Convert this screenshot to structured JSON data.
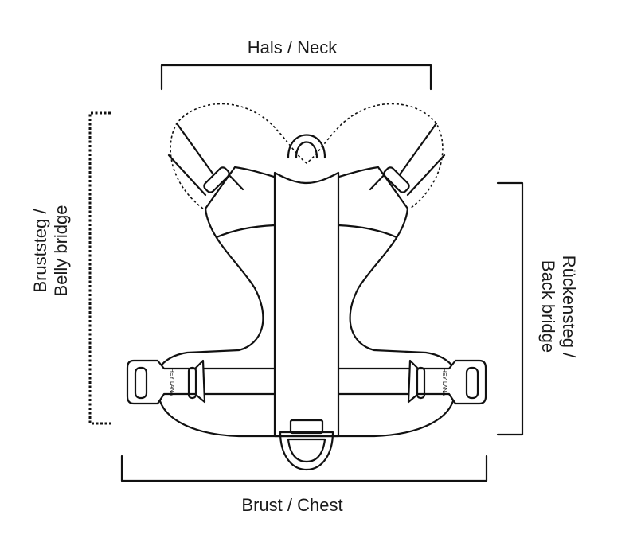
{
  "labels": {
    "neck": "Hals / Neck",
    "chest": "Brust / Chest",
    "belly_line1": "Bruststeg /",
    "belly_line2": "Belly bridge",
    "back_line1": "Rückensteg /",
    "back_line2": "Back bridge"
  },
  "buckle_brand": "HEY LANA",
  "colors": {
    "line": "#111111",
    "background": "#ffffff"
  }
}
